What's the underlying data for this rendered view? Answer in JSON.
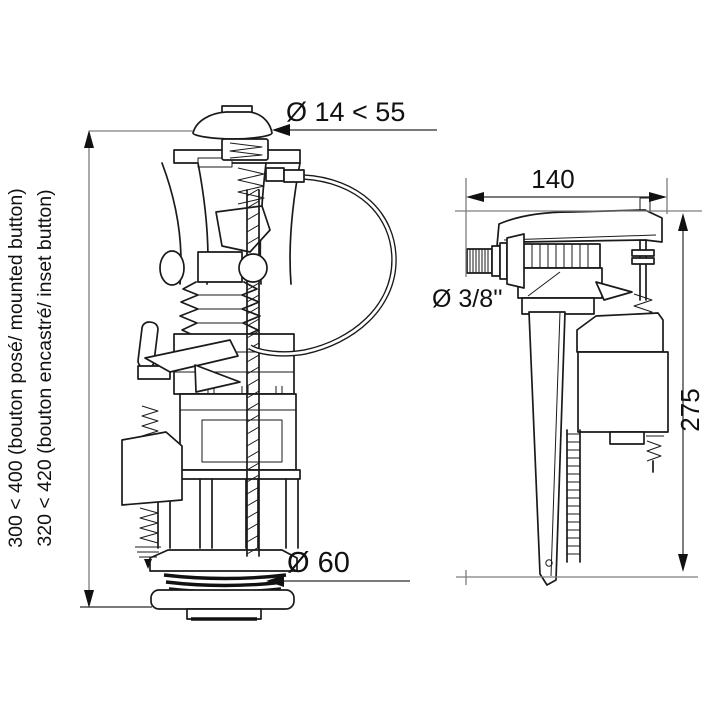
{
  "meta": {
    "background": "#ffffff",
    "line_color": "#1a1a1a",
    "dim_line_color": "#7d7d7d",
    "text_color": "#111111"
  },
  "annotations": {
    "button_diameter": "Ø 14 < 55",
    "outlet_diameter": "Ø 60",
    "height_line_mounted": "300 < 400 (bouton posé/ mounted button)",
    "height_line_inset": "320 < 420 (bouton encastré/ inset button)",
    "fill_valve_width": "140",
    "inlet_thread_diameter": "Ø 3/8''",
    "fill_valve_height": "275"
  }
}
